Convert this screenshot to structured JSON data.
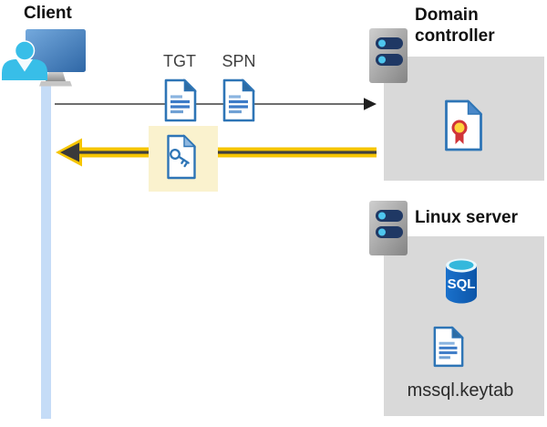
{
  "diagram": {
    "client": {
      "label": "Client"
    },
    "tickets": {
      "tgt_label": "TGT",
      "spn_label": "SPN"
    },
    "domain_controller": {
      "label": "Domain controller"
    },
    "linux_server": {
      "label": "Linux server",
      "sql_label": "SQL",
      "keytab_label": "mssql.keytab"
    },
    "arrows": {
      "request": {
        "direction": "client-to-domain-controller",
        "color": "#6E6E6E"
      },
      "response": {
        "direction": "domain-controller-to-client",
        "color": "#F6C500",
        "highlighted": true
      }
    },
    "icons": {
      "client": "user-at-computer-icon",
      "tgt": "document-icon",
      "spn": "document-icon",
      "service_ticket": "key-document-icon",
      "domain_controller": "server-icon",
      "domain_controller_content": "certificate-document-icon",
      "linux_server": "server-icon",
      "database": "sql-database-icon",
      "keytab": "document-icon"
    },
    "colors": {
      "panel_gray": "#D9D9D9",
      "document_blue": "#2E75B6",
      "highlight_yellow": "#FAF2CE",
      "arrow_yellow": "#F6C500",
      "arrow_gray": "#6E6E6E",
      "lifeline_blue": "#C5DCF7",
      "person_cyan": "#38BEE8",
      "server_bar_navy": "#1F3864",
      "seal_red": "#D13438",
      "seal_yellow": "#FFD43C",
      "sql_blue": "#1064BE"
    }
  }
}
